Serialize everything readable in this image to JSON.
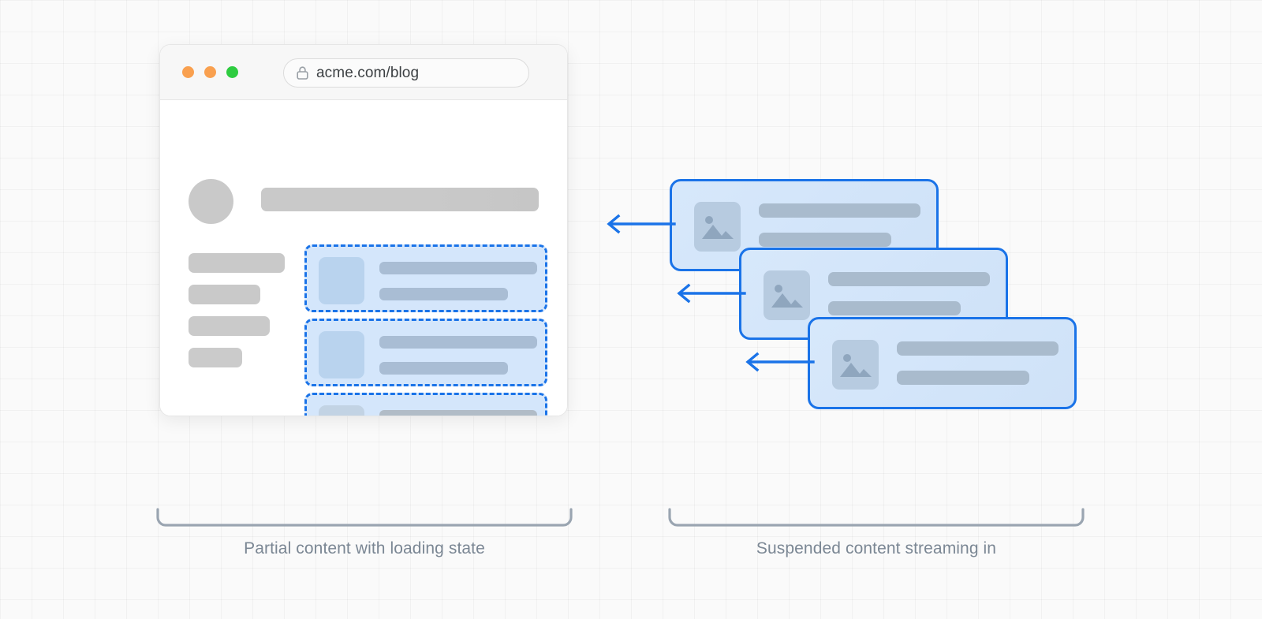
{
  "browser": {
    "window_dots": [
      {
        "name": "close-dot",
        "color": "#f9a04f"
      },
      {
        "name": "minimize-dot",
        "color": "#f9a04f"
      },
      {
        "name": "maximize-dot",
        "color": "#2ecc40"
      }
    ],
    "url": "acme.com/blog",
    "lock_icon": "lock-icon"
  },
  "skeleton": {
    "avatar": "avatar-placeholder",
    "header_bar": "header-skeleton-bar",
    "sidebar_bars": [
      {
        "name": "sidebar-skeleton-bar-1"
      },
      {
        "name": "sidebar-skeleton-bar-2"
      },
      {
        "name": "sidebar-skeleton-bar-3"
      },
      {
        "name": "sidebar-skeleton-bar-4"
      }
    ],
    "loading_cards": [
      {
        "name": "loading-card-1",
        "thumb": "image-placeholder",
        "lines": 2
      },
      {
        "name": "loading-card-2",
        "thumb": "image-placeholder",
        "lines": 2
      },
      {
        "name": "loading-card-3",
        "thumb": "image-placeholder",
        "lines": 2
      }
    ]
  },
  "suspense": {
    "cards": [
      {
        "name": "suspended-card-1",
        "image_icon": "image-icon",
        "lines": 2
      },
      {
        "name": "suspended-card-2",
        "image_icon": "image-icon",
        "lines": 2
      },
      {
        "name": "suspended-card-3",
        "image_icon": "image-icon",
        "lines": 2
      }
    ],
    "arrows": [
      {
        "name": "stream-arrow-1",
        "direction": "left"
      },
      {
        "name": "stream-arrow-2",
        "direction": "left"
      },
      {
        "name": "stream-arrow-3",
        "direction": "left"
      }
    ]
  },
  "captions": {
    "left": "Partial content with loading state",
    "right": "Suspended content streaming in"
  },
  "colors": {
    "accent_blue": "#1a73e8",
    "card_fill": "#d4e6fb",
    "skeleton_grey": "#c9c9c9",
    "caption_grey": "#7b8794",
    "dot_orange": "#f9a04f",
    "dot_green": "#2ecc40"
  }
}
